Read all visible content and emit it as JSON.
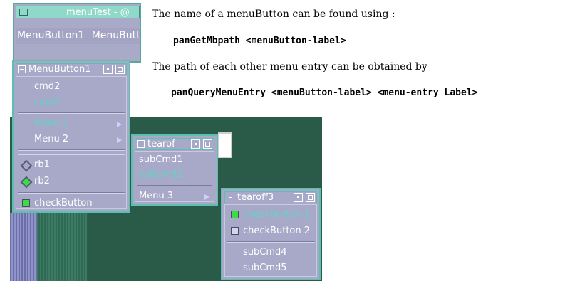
{
  "main_window": {
    "title": "menuTest - @",
    "menubar": [
      "MenuButton1",
      "MenuButt"
    ]
  },
  "tearoff_menubutton1": {
    "title": "MenuButton1",
    "items": [
      {
        "label": "cmd2",
        "enabled": true
      },
      {
        "label": "cmd4",
        "enabled": false
      },
      {
        "label": "Menu 1",
        "enabled": false,
        "submenu": true
      },
      {
        "label": "Menu 2",
        "enabled": true,
        "submenu": true
      },
      {
        "label": "rb1",
        "type": "radio",
        "selected": false
      },
      {
        "label": "rb2",
        "type": "radio",
        "selected": true
      },
      {
        "label": "checkButton",
        "type": "check",
        "checked": true
      }
    ]
  },
  "tearoff_tearof": {
    "title": "tearof",
    "items": [
      {
        "label": "subCmd1",
        "enabled": true
      },
      {
        "label": "subCmd2",
        "enabled": false
      },
      {
        "label": "Menu 3",
        "enabled": true,
        "submenu": true
      }
    ]
  },
  "tearoff_tearoff3": {
    "title": "tearoff3",
    "items": [
      {
        "label": "checkButton 1",
        "type": "check",
        "checked": true,
        "enabled": false
      },
      {
        "label": "checkButton 2",
        "type": "check",
        "checked": false,
        "enabled": true
      },
      {
        "label": "subCmd4",
        "enabled": true
      },
      {
        "label": "subCmd5",
        "enabled": true
      }
    ]
  },
  "doc": {
    "line1": "The name of a menuButton can be found using :",
    "code1": "panGetMbpath <menuButton-label>",
    "line2": "The path of each other menu entry can be obtained by",
    "code2": "panQueryMenuEntry <menuButton-label> <menu-entry Label>"
  },
  "colors": {
    "frame": "#5dbfb0",
    "menu_bg": "#a8a8c8",
    "disabled_text": "#5fd6c2",
    "desktop": "#2a5a48",
    "indicator_on": "#37e040"
  }
}
